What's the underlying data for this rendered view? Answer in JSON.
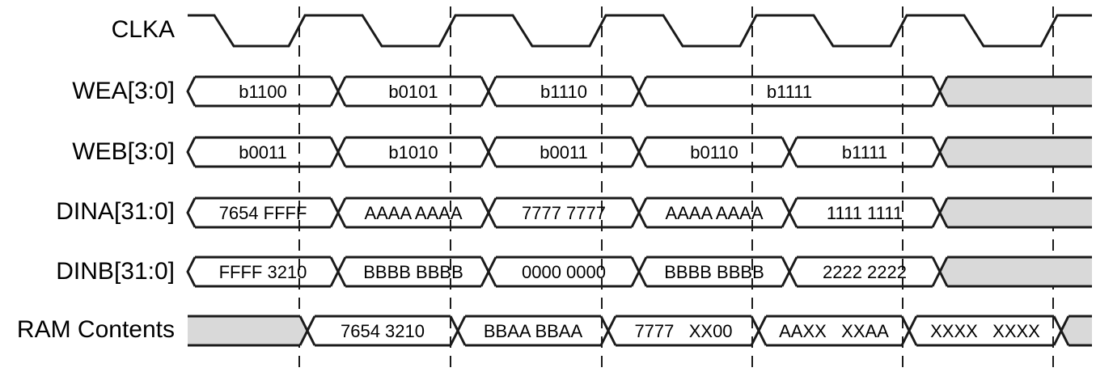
{
  "colors": {
    "line": "#1a1a1a",
    "undefined_fill": "#d9d9d9",
    "background": "#ffffff"
  },
  "clock": {
    "label": "CLKA",
    "initial_level": "high",
    "transitions": 12
  },
  "signals": [
    {
      "label": "WEA[3:0]",
      "segments": [
        {
          "text": "b1100",
          "kind": "value"
        },
        {
          "text": "b0101",
          "kind": "value"
        },
        {
          "text": "b1110",
          "kind": "value"
        },
        {
          "text": "b1111",
          "kind": "value"
        },
        {
          "text": "",
          "kind": "undefined"
        }
      ]
    },
    {
      "label": "WEB[3:0]",
      "segments": [
        {
          "text": "b0011",
          "kind": "value"
        },
        {
          "text": "b1010",
          "kind": "value"
        },
        {
          "text": "b0011",
          "kind": "value"
        },
        {
          "text": "b0110",
          "kind": "value"
        },
        {
          "text": "b1111",
          "kind": "value"
        },
        {
          "text": "",
          "kind": "undefined"
        }
      ]
    },
    {
      "label": "DINA[31:0]",
      "segments": [
        {
          "text": "7654 FFFF",
          "kind": "value"
        },
        {
          "text": "AAAA AAAA",
          "kind": "value"
        },
        {
          "text": "7777 7777",
          "kind": "value"
        },
        {
          "text": "AAAA AAAA",
          "kind": "value"
        },
        {
          "text": "1111 1111",
          "kind": "value"
        },
        {
          "text": "",
          "kind": "undefined"
        }
      ]
    },
    {
      "label": "DINB[31:0]",
      "segments": [
        {
          "text": "FFFF 3210",
          "kind": "value"
        },
        {
          "text": "BBBB BBBB",
          "kind": "value"
        },
        {
          "text": "0000 0000",
          "kind": "value"
        },
        {
          "text": "BBBB BBBB",
          "kind": "value"
        },
        {
          "text": "2222 2222",
          "kind": "value"
        },
        {
          "text": "",
          "kind": "undefined"
        }
      ]
    },
    {
      "label": "RAM Contents",
      "segments": [
        {
          "text": "",
          "kind": "undefined"
        },
        {
          "text": "7654 3210",
          "kind": "value"
        },
        {
          "text": "BBAA BBAA",
          "kind": "value"
        },
        {
          "text": "7777   XX00",
          "kind": "value"
        },
        {
          "text": "AAXX   XXAA",
          "kind": "value"
        },
        {
          "text": "XXXX   XXXX",
          "kind": "value"
        },
        {
          "text": "",
          "kind": "undefined"
        }
      ]
    }
  ]
}
